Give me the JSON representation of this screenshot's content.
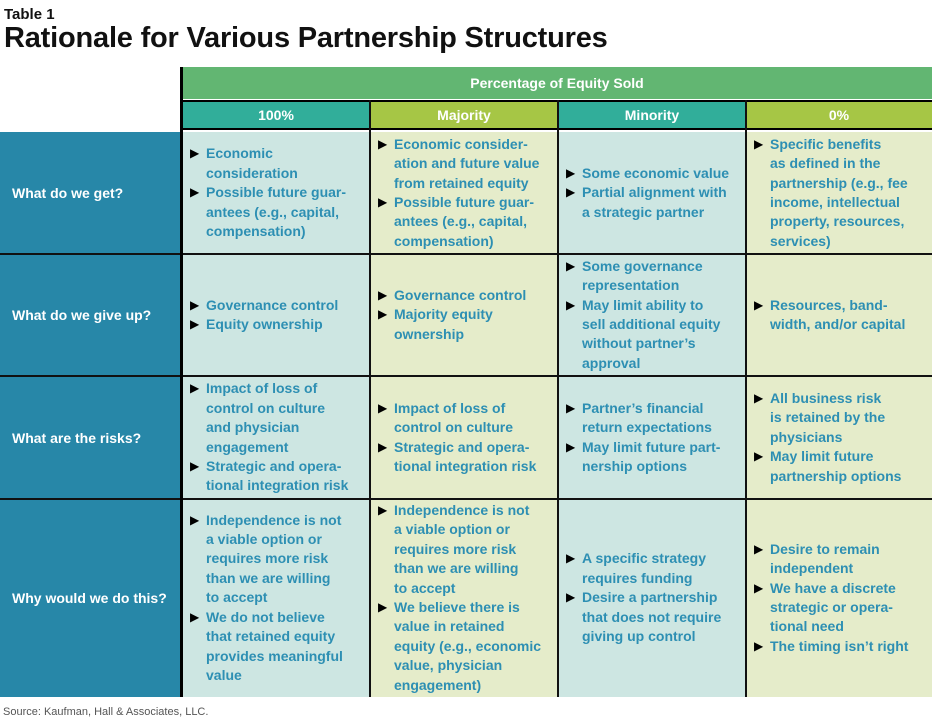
{
  "header": {
    "label": "Table 1",
    "title": "Rationale for Various Partnership Structures"
  },
  "table": {
    "band_label": "Percentage of Equity Sold",
    "columns": [
      {
        "label": "100%",
        "color": "#31ae9a"
      },
      {
        "label": "Majority",
        "color": "#a6c645"
      },
      {
        "label": "Minority",
        "color": "#31ae9a"
      },
      {
        "label": "0%",
        "color": "#a6c645"
      }
    ],
    "rows": [
      {
        "label": "What do we get?",
        "cells": [
          [
            "Economic\nconsideration",
            "Possible future guar-\nantees (e.g., capital,\ncompensation)"
          ],
          [
            "Economic consider-\nation and future value\nfrom retained equity",
            "Possible future guar-\nantees (e.g., capital,\ncompensation)"
          ],
          [
            "Some economic value",
            "Partial alignment with\na strategic partner"
          ],
          [
            "Specific benefits\nas defined in the\npartnership (e.g., fee\nincome, intellectual\nproperty, resources,\nservices)"
          ]
        ]
      },
      {
        "label": "What do we give up?",
        "cells": [
          [
            "Governance control",
            "Equity ownership"
          ],
          [
            "Governance control",
            "Majority equity\nownership"
          ],
          [
            "Some governance\nrepresentation",
            "May limit ability to\nsell additional equity\nwithout partner’s\napproval"
          ],
          [
            "Resources, band-\nwidth, and/or capital"
          ]
        ]
      },
      {
        "label": "What are the risks?",
        "cells": [
          [
            "Impact of loss of\ncontrol on culture\nand physician\nengagement",
            "Strategic and opera-\ntional integration risk"
          ],
          [
            "Impact of loss of\ncontrol on culture",
            "Strategic and opera-\ntional integration risk"
          ],
          [
            "Partner’s financial\nreturn expectations",
            "May limit future part-\nnership options"
          ],
          [
            "All business risk\nis retained by the\nphysicians",
            "May limit future\npartnership options"
          ]
        ]
      },
      {
        "label": "Why would we do this?",
        "cells": [
          [
            "Independence is not\na viable option or\nrequires more risk\nthan we are willing\nto accept",
            "We do not believe\nthat retained equity\nprovides meaningful\nvalue"
          ],
          [
            "Independence is not\na viable option or\nrequires more risk\nthan we are willing\nto accept",
            "We believe there is\nvalue in retained\nequity (e.g., economic\nvalue, physician\nengagement)"
          ],
          [
            "A specific strategy\nrequires funding",
            "Desire a partnership\nthat does not require\ngiving up control"
          ],
          [
            "Desire to remain\nindependent",
            "We have a discrete\nstrategic or opera-\ntional need",
            "The timing isn’t right"
          ]
        ]
      }
    ],
    "bullet_icon": "▶"
  },
  "footer": {
    "source": "Source: Kaufman, Hall & Associates, LLC."
  }
}
